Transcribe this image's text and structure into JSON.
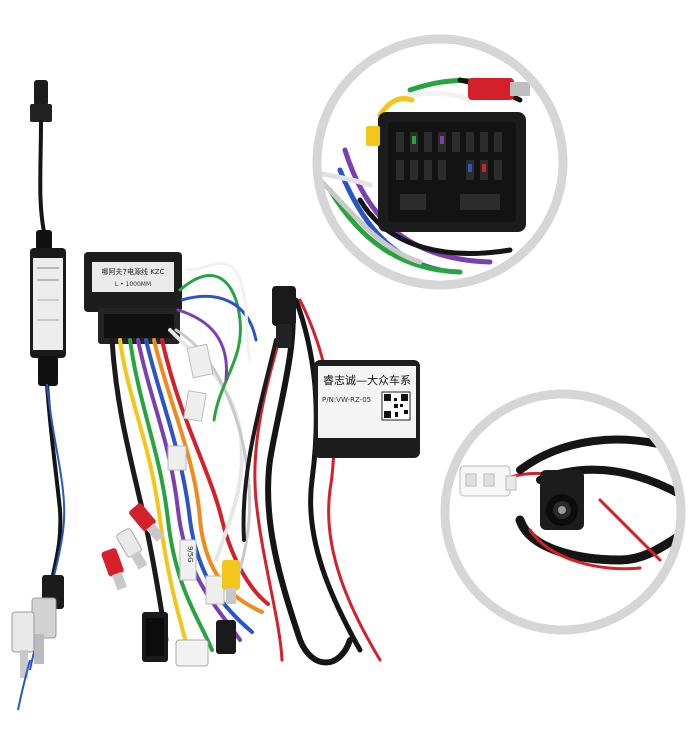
{
  "product_photo": {
    "harness_module": {
      "label_line_1": "哪阿夫7电源线 KZC",
      "label_line_2": "L • 1000MM"
    },
    "can_box": {
      "title": "睿志诚—大众车系",
      "line_1": "P/N:VW-RZ-05",
      "line_2": "",
      "line_3": "",
      "line_4": ""
    },
    "wire_tag": "9/5G",
    "colors": {
      "background": "#ffffff",
      "circle_ring": "#d6d6d6",
      "connector_black": "#1c1c1c",
      "wire_red": "#d4202a",
      "wire_yellow": "#f3c719",
      "wire_green": "#27a43f",
      "wire_blue": "#2a55c8",
      "wire_purple": "#7b3fb0",
      "wire_orange": "#f08a1c",
      "wire_white": "#f2f2f2"
    }
  }
}
